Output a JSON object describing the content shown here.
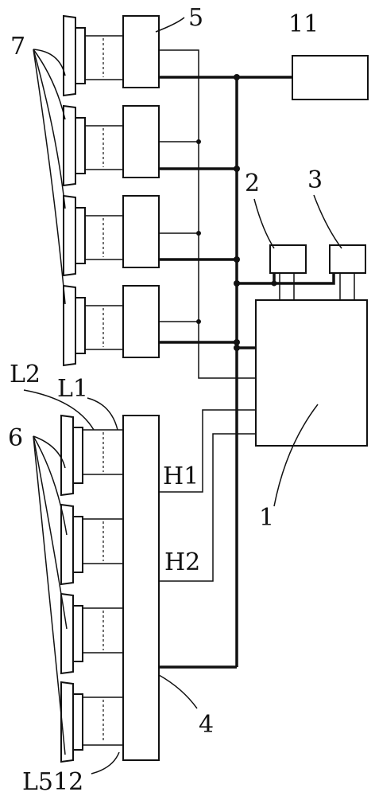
{
  "labels": {
    "module_bank": "7",
    "driver_upper": "5",
    "unit_11": "11",
    "unit_2": "2",
    "unit_3": "3",
    "line_l2": "L2",
    "line_l1": "L1",
    "element_bank": "6",
    "line_h1": "H1",
    "controller": "1",
    "line_h2": "H2",
    "driver_lower": "4",
    "line_l512": "L512"
  }
}
